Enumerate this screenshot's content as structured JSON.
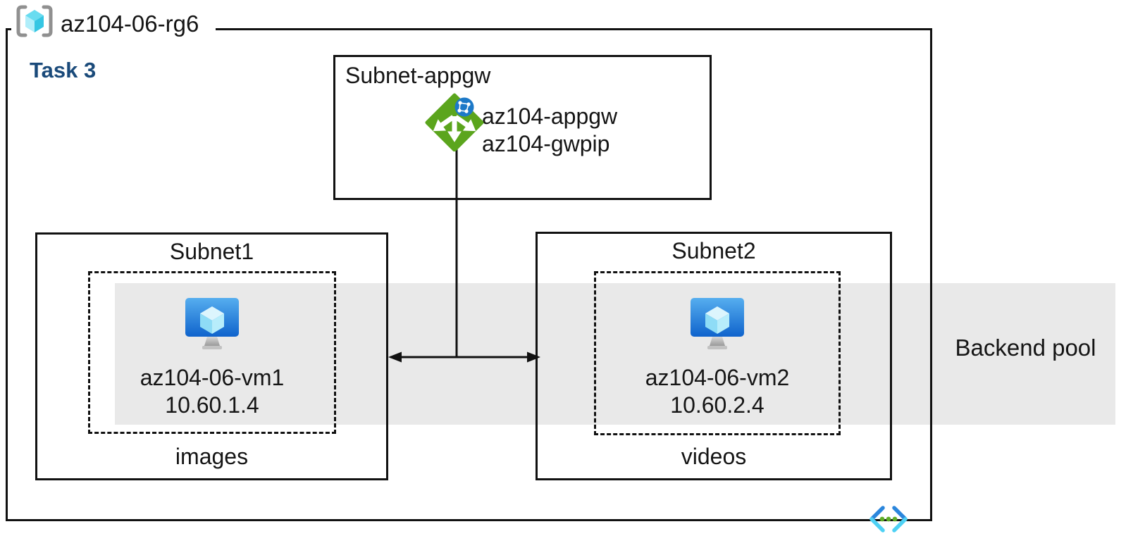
{
  "resource_group": {
    "title": "az104-06-rg6",
    "icon": "resource-group-icon"
  },
  "task_label": "Task 3",
  "appgw_subnet": {
    "label": "Subnet-appgw",
    "icon": "application-gateway-icon",
    "gateway_name": "az104-appgw",
    "public_ip_name": "az104-gwpip"
  },
  "subnet1": {
    "label": "Subnet1",
    "icon": "virtual-machine-icon",
    "vm_name": "az104-06-vm1",
    "vm_ip": "10.60.1.4",
    "caption": "images"
  },
  "subnet2": {
    "label": "Subnet2",
    "icon": "virtual-machine-icon",
    "vm_name": "az104-06-vm2",
    "vm_ip": "10.60.2.4",
    "caption": "videos"
  },
  "backend_pool": {
    "label": "Backend pool"
  },
  "vnet_icon": "virtual-network-icon",
  "colors": {
    "task_accent": "#1a4a7a",
    "backend_band_gray": "#e9e9e9",
    "appgw_green": "#5ba51d",
    "globe_blue": "#1d79c8",
    "vm_screen_blue_top": "#56aeef",
    "vm_screen_blue_bottom": "#0f63cc",
    "vnet_chevron_blue": "#2b86dc",
    "vnet_chevron_cyan": "#4ed1f4",
    "vnet_dot_green": "#5fae27",
    "line_black": "#111111"
  }
}
